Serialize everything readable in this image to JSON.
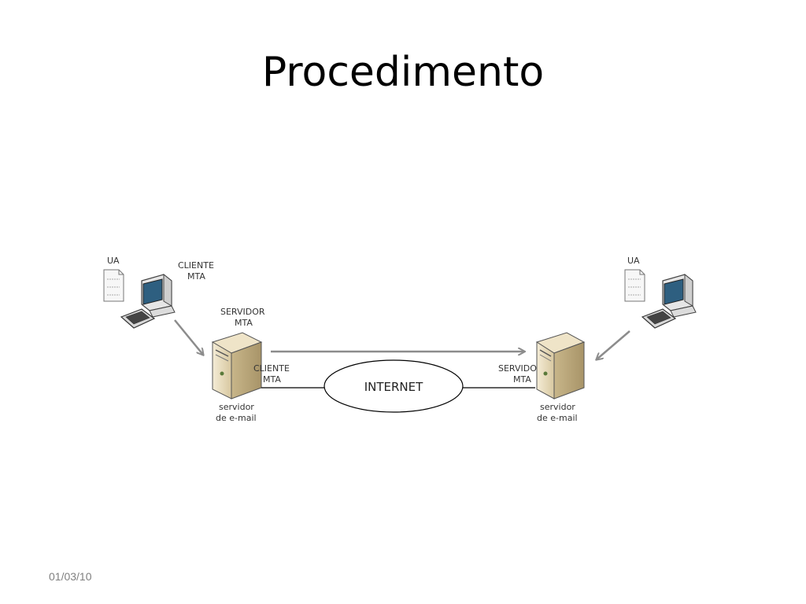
{
  "slide": {
    "title": "Procedimento",
    "date": "01/03/10"
  },
  "diagram": {
    "left": {
      "ua": "UA",
      "client_mta_1": "CLIENTE",
      "client_mta_2": "MTA",
      "server_mta_1": "SERVIDOR",
      "server_mta_2": "MTA",
      "link_client_1": "CLIENTE",
      "link_client_2": "MTA",
      "server_caption_1": "servidor",
      "server_caption_2": "de e-mail"
    },
    "network": {
      "label": "INTERNET"
    },
    "right": {
      "ua": "UA",
      "link_server_1": "SERVIDOR",
      "link_server_2": "MTA",
      "server_caption_1": "servidor",
      "server_caption_2": "de e-mail"
    },
    "colors": {
      "arrow": "#8c8c8c",
      "line": "#000000",
      "server_body": "#e8dcc0",
      "monitor": "#f2f2f2"
    }
  }
}
